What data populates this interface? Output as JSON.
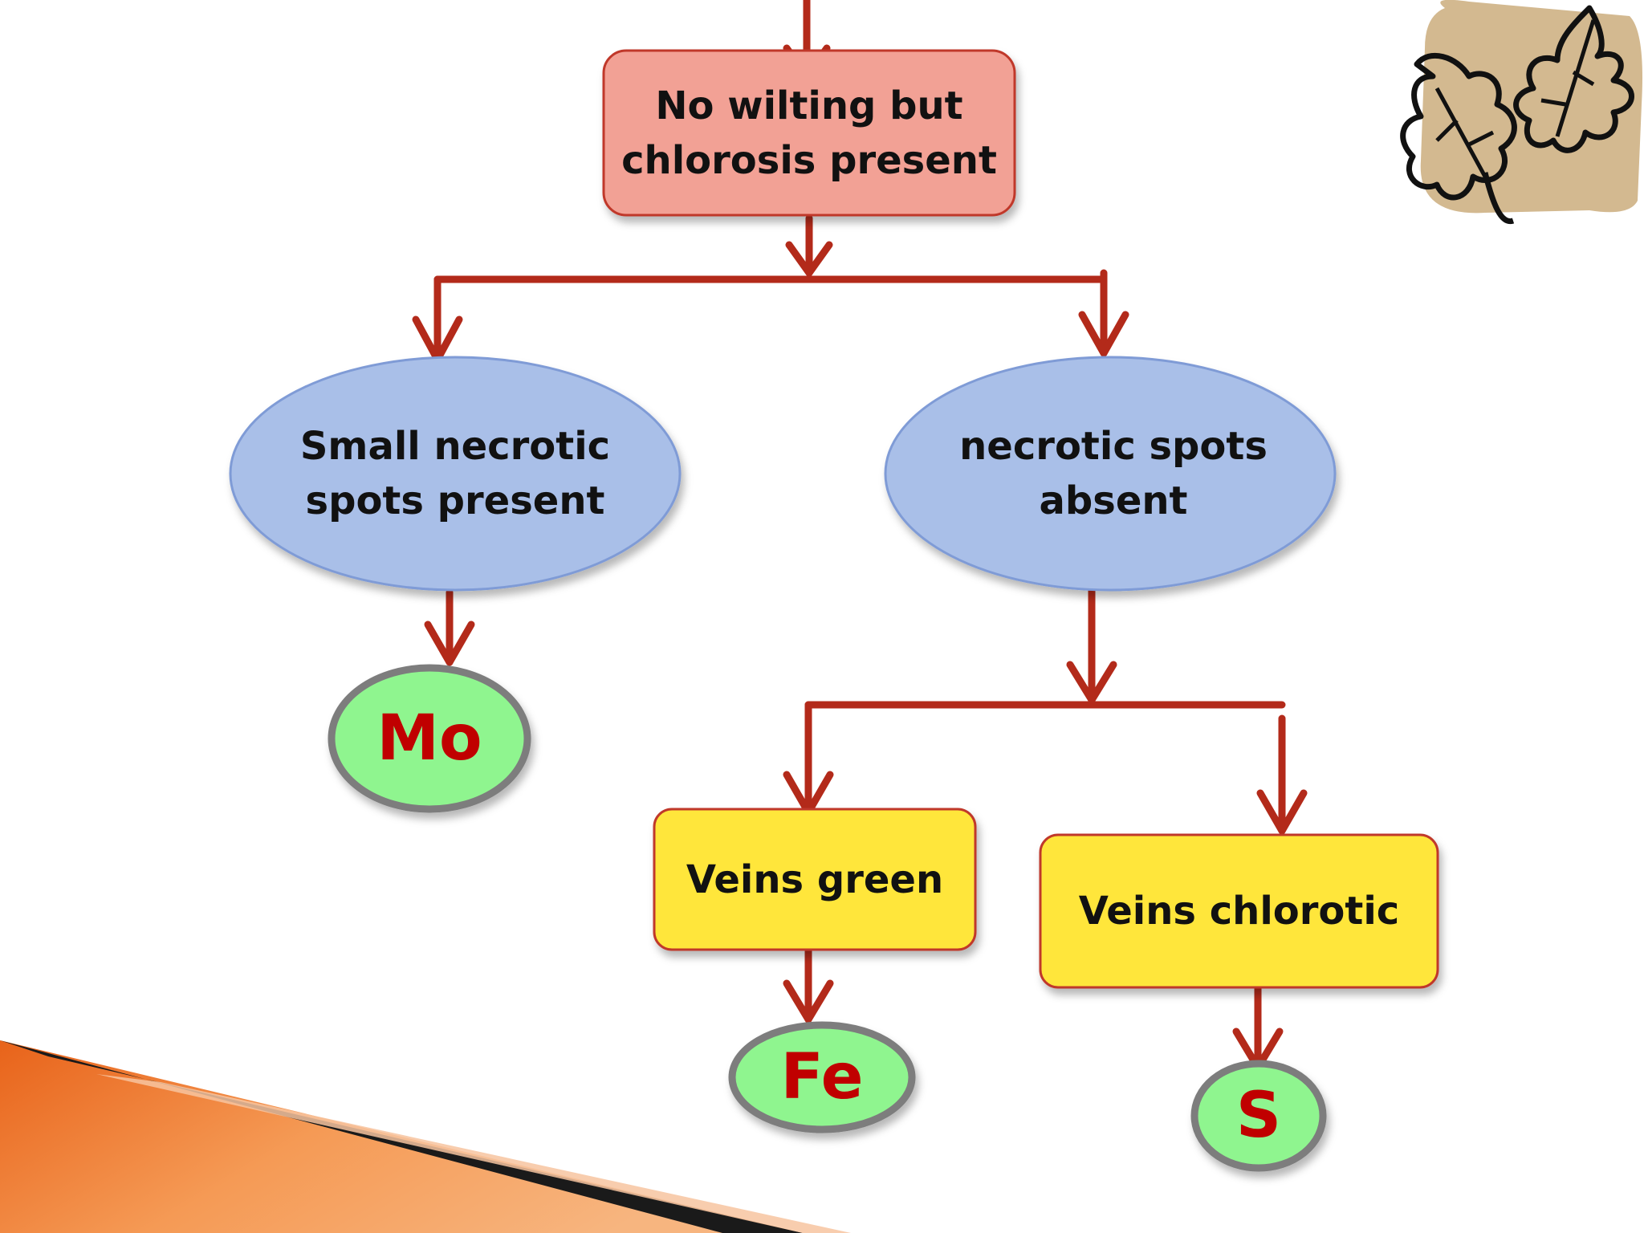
{
  "diagram": {
    "root": {
      "label": "No wilting but chlorosis present"
    },
    "branch_left": {
      "label": "Small necrotic spots present"
    },
    "branch_right": {
      "label": "necrotic spots absent"
    },
    "result_mo": {
      "label": "Mo"
    },
    "veins_green": {
      "label": "Veins green"
    },
    "veins_chlorotic": {
      "label": "Veins chlorotic"
    },
    "result_fe": {
      "label": "Fe"
    },
    "result_s": {
      "label": "S"
    }
  },
  "colors": {
    "arrow": "#b32a1a",
    "root_fill": "#f2a195",
    "ellipse_fill": "#a9bfe8",
    "result_fill": "#8ff58f",
    "yellow_fill": "#ffe63a",
    "accent_orange": "#e8631a"
  },
  "icons": [
    "leaves-clipart-icon"
  ]
}
